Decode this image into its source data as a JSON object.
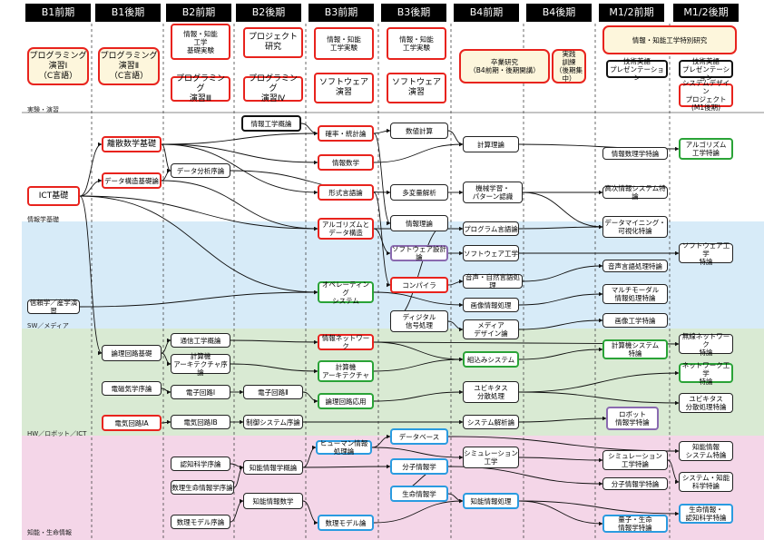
{
  "headers": [
    "B1前期",
    "B1後期",
    "B2前期",
    "B2後期",
    "B3前期",
    "B3後期",
    "B4前期",
    "B4後期",
    "M1/2前期",
    "M1/2後期"
  ],
  "section_labels": {
    "practice": "実験・演習",
    "info": "情報学基礎",
    "sw": "SW／メディア",
    "hw": "HW／ロボット／ICT",
    "know": "知能・生命情報"
  },
  "top": {
    "prog1": "プログラミング\n演習Ⅰ\n（C言語）",
    "prog2": "プログラミング\n演習Ⅱ\n（C言語）",
    "jikken_kiso": "情報・知能\n工学\n基礎実験",
    "prog3": "プログラミング\n演習Ⅲ",
    "project": "プロジェクト\n研究",
    "prog4": "プログラミング\n演習Ⅳ",
    "jikken_b3": "情報・知能\n工学実験",
    "sw_ensyu": "ソフトウェア\n演習",
    "jikken_b3b": "情報・知能\n工学実験",
    "sw_ensyu2": "ソフトウェア\n演習",
    "sotsugyo": "卒業研究\n（B4前期・後期開講）",
    "jissen": "実践\n訓練\n（後期集中）",
    "tokubetsu": "情報・知能工学特別研究",
    "tech_eng1": "技術英語\nプレゼンテーション",
    "tech_eng2": "技術英語\nプレゼンテーション",
    "sysdesign": "システムデザイン\nプロジェクト\n(M1後期)"
  },
  "nodes": {
    "ict": "ICT基礎",
    "risan": "離散数学基礎",
    "data_kiso": "データ構造基礎論",
    "data_bunseki": "データ分析序論",
    "johokogaku": "情報工学概論",
    "kakuritsu": "確率・統計論",
    "johosugaku": "情報数学",
    "keishiki": "形式言語論",
    "algo": "アルゴリズムと\nデータ構造",
    "suchi": "数値計算",
    "tahensu": "多変量解析",
    "joho_riron": "情報理論",
    "keisan": "計算理論",
    "kikai": "機械学習・\nパターン認識",
    "prog_gengo": "プログラム言語論",
    "sw_sekkei": "ソフトウェア設計論",
    "sw_kogaku": "ソフトウェア工学",
    "onsei_shizen": "音声・自然言語処理",
    "compiler": "コンパイラ",
    "os": "オペレーティング\nシステム",
    "gazo": "画像情報処理",
    "digital": "ディジタル\n信号処理",
    "media": "メディア\nデザイン論",
    "shingen": "信頼学／産学演習",
    "m_johokogaku": "情報数理学特論",
    "m_kosoku": "高次情報システム特論",
    "m_algo": "アルゴリズム\n工学特論",
    "m_datamining": "データマイニング・\n可視化特論",
    "m_onsei": "音声言語処理特論",
    "m_multi": "マルチモーダル\n情報処理特論",
    "m_gazo": "画像工学特論",
    "m_swkogaku": "ソフトウェア工学\n特論",
    "ronri": "論理回路基礎",
    "denki_kiso": "電磁気学序論",
    "denki_a": "電気回路ⅠA",
    "denki_b": "電気回路ⅠB",
    "tsushin": "通信工学概論",
    "keisanki": "計算機\nアーキテクチャ序論",
    "denshi1": "電子回路Ⅰ",
    "denshi2": "電子回路Ⅱ",
    "seigyo": "制御システム序論",
    "network": "情報ネットワーク",
    "keisanki_a": "計算機\nアーキテクチャ",
    "ronri_oyo": "論理回路応用",
    "kumikomi": "組込みシステム",
    "ubiq": "ユビキタス\n分散処理",
    "system_kaiseki": "システム解析論",
    "m_keisanki": "計算機システム\n特論",
    "m_musen": "無線ネットワーク\n特論",
    "m_network": "ネットワーク工学\n特論",
    "m_ubiq": "ユビキタス\n分散処理特論",
    "robot": "ロボット\n情報学特論",
    "ninchi": "認知科学序論",
    "seimei": "数理生命情報学序論",
    "suri_model": "数理モデル序論",
    "chino_gairon": "知能情報学概論",
    "chino_suri": "知能情報数学",
    "human": "ヒューマン情報処理論",
    "suri_model_ron": "数理モデル論",
    "database": "データベース",
    "bunshi": "分子情報学",
    "seimei_joho": "生命情報学",
    "simulation": "シミュレーション\n工学",
    "chino_shori": "知能情報処理",
    "m_simulation": "シミュレーション\n工学特論",
    "m_bunshi": "分子情報学特論",
    "m_ryoshi": "量子・生命\n情報学特論",
    "m_chino_sys": "知能情報\nシステム特論",
    "m_system": "システム・知能\n科学特論",
    "m_seimei": "生命情報・\n認知科学特論"
  },
  "colors": {
    "red": "#e8231d",
    "green": "#2aa337",
    "blue": "#2a9be0",
    "purple": "#8a6ab0",
    "band_info": "#d7ebf8",
    "band_hw": "#d9ead3",
    "band_know": "#f4d6e8"
  }
}
